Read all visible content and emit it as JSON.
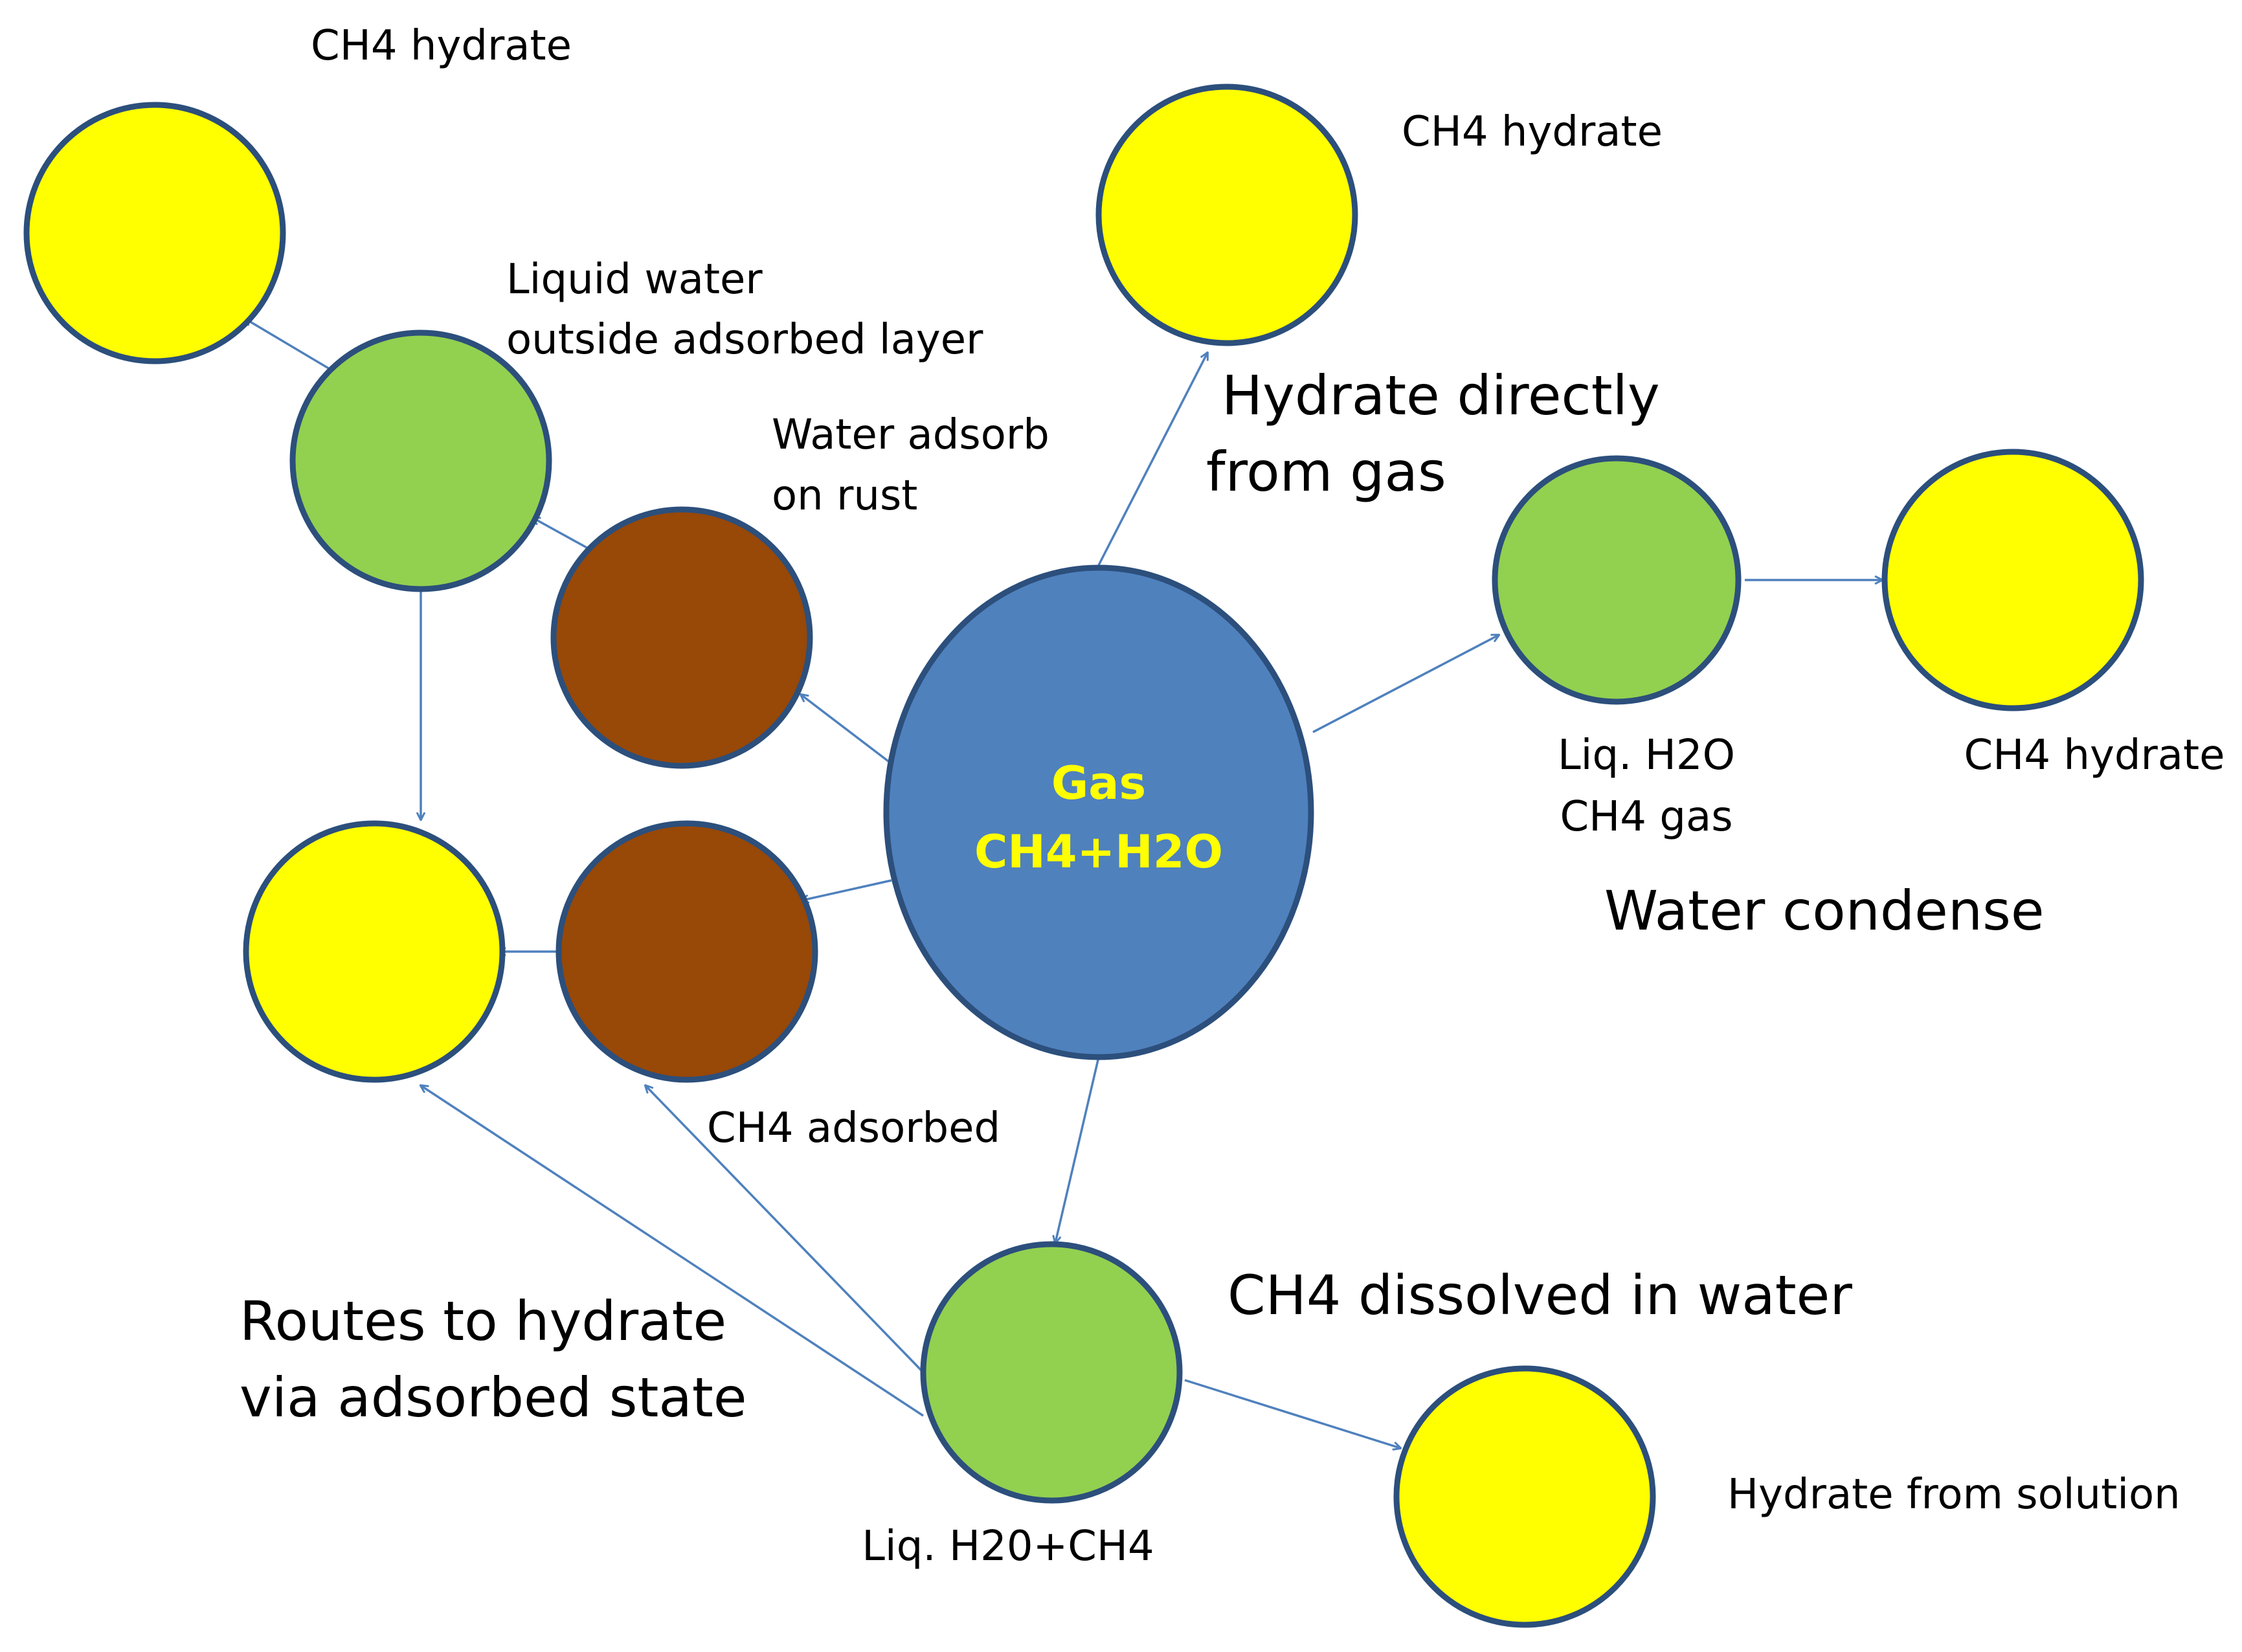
{
  "colors": {
    "hydrate": "#FFFF00",
    "liquid_water": "#92D050",
    "rust": "#984807",
    "gas": "#4F81BD",
    "outline": "#2C4F7C",
    "arrow": "#4F81BD",
    "text": "#000000",
    "gas_text": "#FFFF00"
  },
  "nodes": {
    "gas": {
      "line1": "Gas",
      "line2": "CH4+H2O"
    },
    "hydrate_top_left": {
      "label": "CH4 hydrate"
    },
    "liquid_water_outside": {
      "line1": "Liquid water",
      "line2": "outside adsorbed layer"
    },
    "water_adsorb_rust": {
      "line1": "Water adsorb",
      "line2": "on rust"
    },
    "hydrate_top_center": {
      "label": "CH4 hydrate"
    },
    "hydrate_direct_caption": {
      "line1": "Hydrate directly",
      "line2": "from gas"
    },
    "liq_h2o_ch4_gas": {
      "line1": "Liq. H2O",
      "line2": "CH4 gas"
    },
    "hydrate_right": {
      "label": "CH4 hydrate"
    },
    "water_condense_caption": {
      "label": "Water condense"
    },
    "hydrate_left_middle": {
      "label": ""
    },
    "ch4_adsorbed": {
      "label": "CH4 adsorbed"
    },
    "routes_caption": {
      "line1": "Routes to hydrate",
      "line2": "via adsorbed state"
    },
    "liq_h2o_ch4": {
      "label": "Liq. H20+CH4"
    },
    "dissolved_caption": {
      "label": "CH4 dissolved in water"
    },
    "hydrate_from_solution": {
      "label": "Hydrate from solution"
    }
  }
}
